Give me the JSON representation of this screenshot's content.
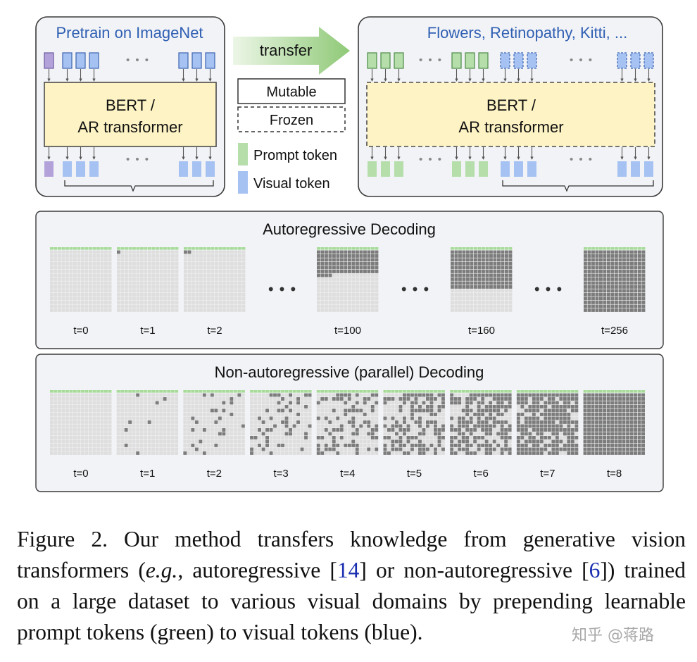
{
  "colors": {
    "prompt_green": "#b5deab",
    "prompt_green_border": "#4d8a45",
    "visual_blue": "#a6c2f2",
    "visual_blue_border": "#3c64b0",
    "class_purple": "#b3a2da",
    "transformer_fill": "#fdf3c4",
    "panel_fill": "#f2f3f6",
    "decoded": "#7c7c7c",
    "undecoded": "#dedede",
    "grid_green": "#a7db98",
    "caption_ref": "#1a2fb0"
  },
  "top_left": {
    "title": "Pretrain on ImageNet",
    "transformer_line1": "BERT /",
    "transformer_line2": "AR transformer"
  },
  "transfer": {
    "label": "transfer",
    "legend": {
      "mutable": "Mutable",
      "frozen": "Frozen",
      "prompt_token": "Prompt token",
      "visual_token": "Visual token"
    }
  },
  "top_right": {
    "title": "Flowers, Retinopathy, Kitti, ...",
    "transformer_line1": "BERT /",
    "transformer_line2": "AR transformer"
  },
  "ellipsis": "• • •",
  "autoregressive": {
    "title": "Autoregressive Decoding",
    "steps": [
      {
        "label": "t=0",
        "decoded": 0
      },
      {
        "label": "t=1",
        "decoded": 1
      },
      {
        "label": "t=2",
        "decoded": 2
      },
      {
        "label": "t=100",
        "decoded": 100
      },
      {
        "label": "t=160",
        "decoded": 160
      },
      {
        "label": "t=256",
        "decoded": 256
      }
    ]
  },
  "non_autoregressive": {
    "title": "Non-autoregressive (parallel) Decoding",
    "steps": [
      {
        "label": "t=0",
        "fraction": 0.0
      },
      {
        "label": "t=1",
        "fraction": 0.03
      },
      {
        "label": "t=2",
        "fraction": 0.1
      },
      {
        "label": "t=3",
        "fraction": 0.2
      },
      {
        "label": "t=4",
        "fraction": 0.33
      },
      {
        "label": "t=5",
        "fraction": 0.48
      },
      {
        "label": "t=6",
        "fraction": 0.63
      },
      {
        "label": "t=7",
        "fraction": 0.8
      },
      {
        "label": "t=8",
        "fraction": 1.0
      }
    ]
  },
  "caption": {
    "p1": "Figure 2. Our method transfers knowledge from generative vision transformers (",
    "eg": "e.g.",
    "p2": ", autoregressive [",
    "ref1": "14",
    "p3": "] or non-autoregressive [",
    "ref2": "6",
    "p4": "]) trained on a large dataset to various visual domains by prepending learnable prompt tokens (green) to visual tokens (blue)."
  },
  "watermark": "知乎 @蒋路"
}
